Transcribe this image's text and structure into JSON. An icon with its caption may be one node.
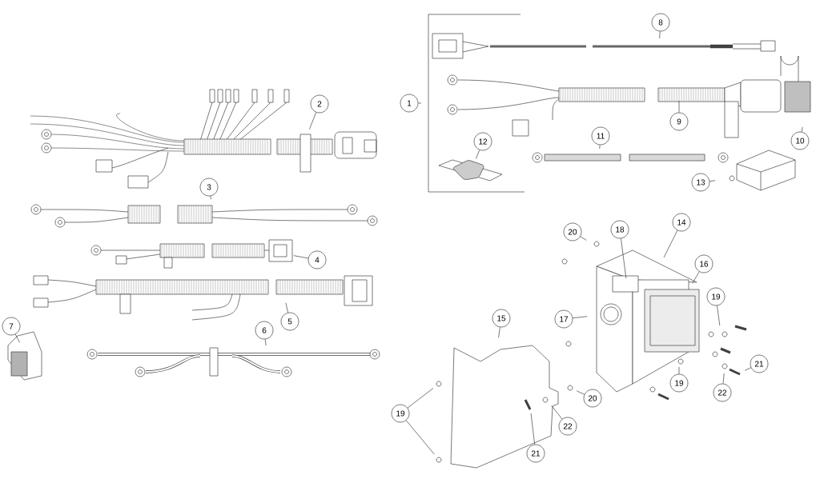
{
  "diagram": {
    "nodes": [
      {
        "text": [
          "1"
        ]
      },
      {
        "text": [
          "2"
        ]
      },
      {
        "text": [
          "3"
        ]
      },
      {
        "text": [
          "4"
        ]
      },
      {
        "text": [
          "5"
        ]
      },
      {
        "text": [
          "6"
        ]
      },
      {
        "text": [
          "7"
        ]
      },
      {
        "text": [
          "8"
        ]
      },
      {
        "text": [
          "9"
        ]
      },
      {
        "text": [
          "10"
        ]
      },
      {
        "text": [
          "11"
        ]
      },
      {
        "text": [
          "12"
        ]
      },
      {
        "text": [
          "13"
        ]
      },
      {
        "text": [
          "14"
        ]
      },
      {
        "text": [
          "15"
        ]
      },
      {
        "text": [
          "16"
        ]
      },
      {
        "text": [
          "17"
        ]
      },
      {
        "text": [
          "18"
        ]
      },
      {
        "text": [
          "19"
        ]
      },
      {
        "text": [
          "19"
        ]
      },
      {
        "text": [
          "19"
        ]
      },
      {
        "text": [
          "20"
        ]
      },
      {
        "text": [
          "20"
        ]
      },
      {
        "text": [
          "21"
        ]
      },
      {
        "text": [
          "21"
        ]
      },
      {
        "text": [
          "22"
        ]
      },
      {
        "text": [
          "22"
        ]
      }
    ],
    "edges": [
      {
        "from": 0,
        "to": null,
        "arrow": "none"
      },
      {
        "from": 1,
        "to": null,
        "arrow": "none"
      },
      {
        "from": 2,
        "to": null,
        "arrow": "none"
      },
      {
        "from": 3,
        "to": null,
        "arrow": "none"
      },
      {
        "from": 4,
        "to": null,
        "arrow": "none"
      },
      {
        "from": 5,
        "to": null,
        "arrow": "none"
      },
      {
        "from": 6,
        "to": null,
        "arrow": "none"
      },
      {
        "from": 7,
        "to": null,
        "arrow": "none"
      },
      {
        "from": 8,
        "to": null,
        "arrow": "none"
      },
      {
        "from": 9,
        "to": null,
        "arrow": "none"
      },
      {
        "from": 10,
        "to": null,
        "arrow": "none"
      },
      {
        "from": 11,
        "to": null,
        "arrow": "none"
      },
      {
        "from": 12,
        "to": null,
        "arrow": "none"
      },
      {
        "from": 13,
        "to": null,
        "arrow": "none"
      },
      {
        "from": 14,
        "to": null,
        "arrow": "none"
      },
      {
        "from": 15,
        "to": null,
        "arrow": "none"
      },
      {
        "from": 16,
        "to": null,
        "arrow": "none"
      },
      {
        "from": 17,
        "to": null,
        "arrow": "none"
      },
      {
        "from": 18,
        "to": null,
        "arrow": "none"
      },
      {
        "from": 19,
        "to": null,
        "arrow": "none"
      },
      {
        "from": 20,
        "to": null,
        "arrow": "none"
      },
      {
        "from": 20,
        "to": null,
        "arrow": "none"
      },
      {
        "from": 21,
        "to": null,
        "arrow": "none"
      },
      {
        "from": 22,
        "to": null,
        "arrow": "none"
      },
      {
        "from": 23,
        "to": null,
        "arrow": "none"
      },
      {
        "from": 24,
        "to": null,
        "arrow": "none"
      },
      {
        "from": 25,
        "to": null,
        "arrow": "none"
      },
      {
        "from": 26,
        "to": null,
        "arrow": "none"
      }
    ]
  }
}
